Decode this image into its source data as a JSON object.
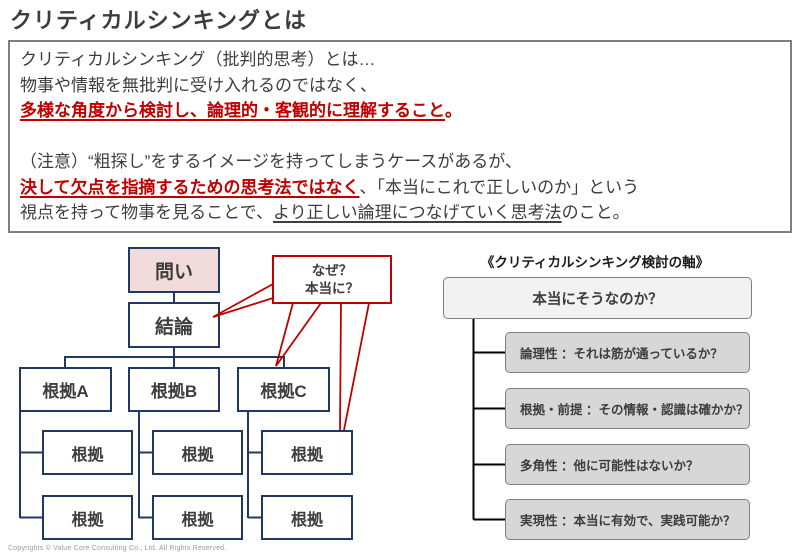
{
  "page_title": "クリティカルシンキングとは",
  "definition_box": {
    "lines": [
      [
        {
          "t": "クリティカルシンキング（批判的思考）とは…"
        }
      ],
      [
        {
          "t": "物事や情報を無批判に受け入れるのではなく、"
        }
      ],
      [
        {
          "t": "多様な角度から検討し、論理的・客観的に理解すること",
          "red": true,
          "u": true
        },
        {
          "t": "。",
          "red": true
        }
      ],
      [],
      [
        {
          "t": "（注意）“粗探し”をするイメージを持ってしまうケースがあるが、"
        }
      ],
      [
        {
          "t": "決して欠点を指摘するための思考法ではなく",
          "red": true,
          "u": true
        },
        {
          "t": "、「本当にこれで正しいのか」という"
        }
      ],
      [
        {
          "t": "視点を持って物事を見ることで、"
        },
        {
          "t": "より正しい論理につなげていく思考法",
          "u": true
        },
        {
          "t": "のこと。"
        }
      ]
    ]
  },
  "tree": {
    "question": "問い",
    "conclusion": "結論",
    "evidence_a": "根拠A",
    "evidence_b": "根拠B",
    "evidence_c": "根拠C",
    "child_label": "根拠"
  },
  "callout": {
    "line1": "なぜ？",
    "line2": "本当に？"
  },
  "axis_panel": {
    "title": "《クリティカルシンキング検討の軸》",
    "root": "本当にそうなのか？",
    "items": [
      "論理性 ：それは筋が通っているか？",
      "根拠・前提 ：その情報・認識は確かか？",
      "多角性 ：他に可能性はないか？",
      "実現性 ：本当に有効で、実践可能か？"
    ]
  },
  "footer": "Copyrights © Value Core Consulting Co., Ltd.  All Rights Reserved.",
  "colors": {
    "accent_red": "#c00000",
    "tree_navy": "#1f3864",
    "question_pink": "#f2dcdb",
    "axis_root_fill": "#f2f2f2",
    "axis_item_fill": "#d7d7d7"
  }
}
